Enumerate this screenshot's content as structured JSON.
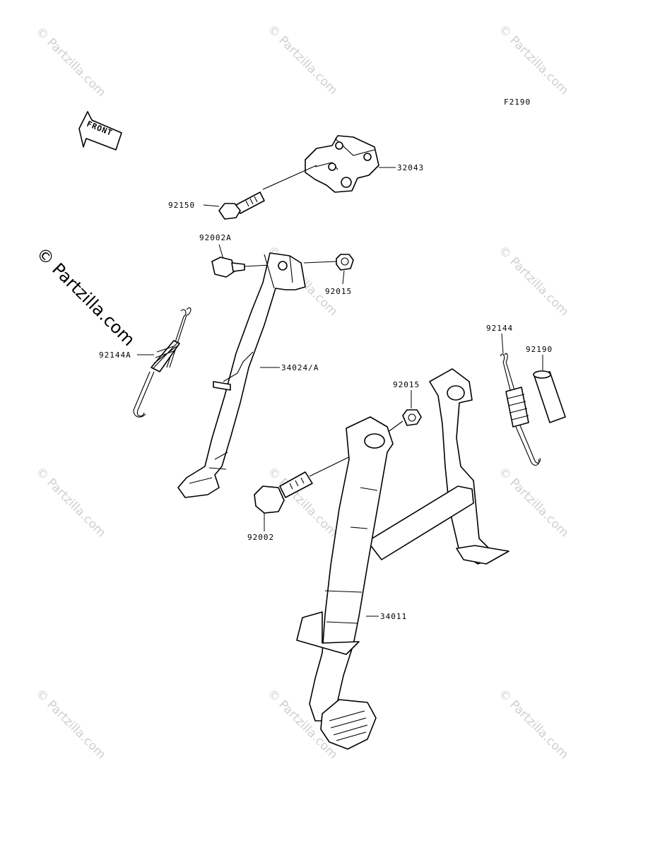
{
  "diagram": {
    "code": "F2190",
    "front_label": "FRONT",
    "watermark": "© Partzilla.com",
    "parts": [
      {
        "id": "32043"
      },
      {
        "id": "92150"
      },
      {
        "id": "92002A"
      },
      {
        "id": "92015"
      },
      {
        "id": "92144A"
      },
      {
        "id": "34024/A"
      },
      {
        "id": "92144"
      },
      {
        "id": "92190"
      },
      {
        "id": "92015"
      },
      {
        "id": "92002"
      },
      {
        "id": "34011"
      }
    ]
  }
}
